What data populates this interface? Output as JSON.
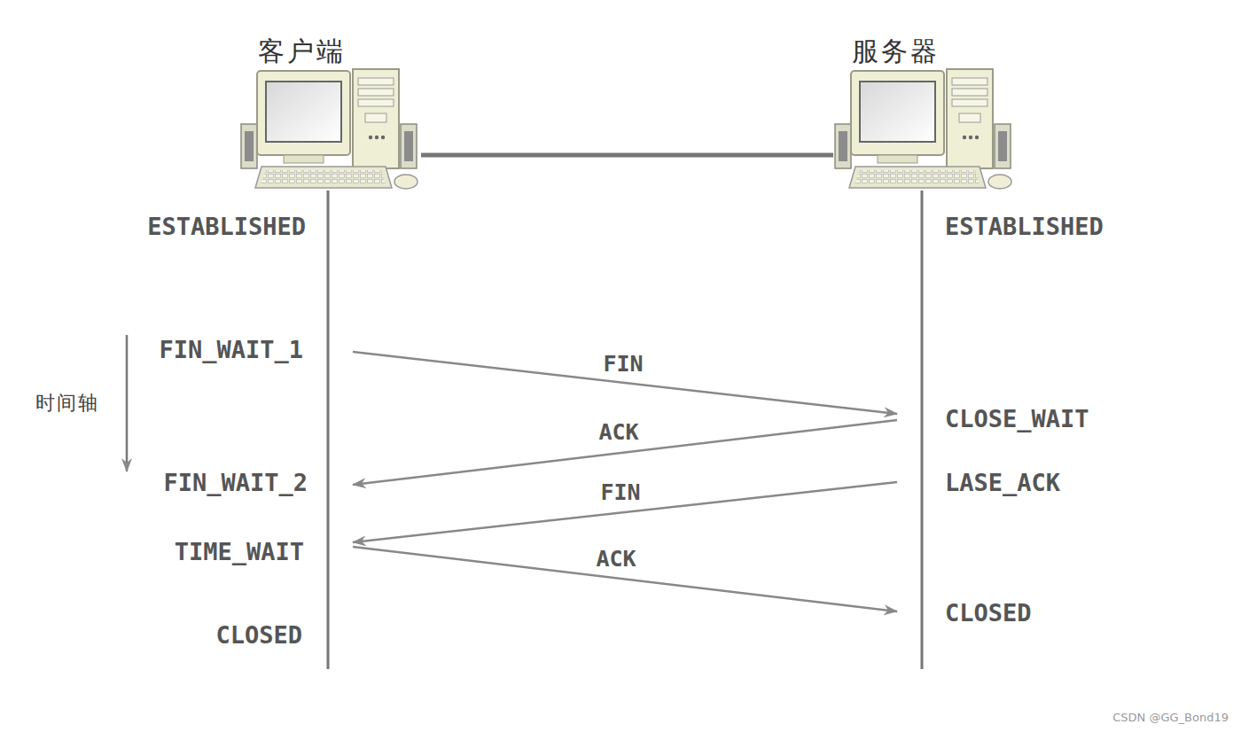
{
  "diagram": {
    "nodes": [
      {
        "text": [
          "客户端"
        ]
      },
      {
        "text": [
          "服务器"
        ]
      }
    ],
    "edges": [
      {
        "from": 0,
        "to": 1,
        "arrow": "none"
      }
    ],
    "labels": [
      "ESTABLISHED",
      "ESTABLISHED",
      "FIN_WAIT_1",
      "时间轴",
      "FIN",
      "CLOSE_WAIT",
      "ACK",
      "FIN_WAIT_2",
      "LASE_ACK",
      "FIN",
      "TIME_WAIT",
      "ACK",
      "CLOSED",
      "CLOSED",
      "CSDN @GG_Bond19"
    ]
  }
}
